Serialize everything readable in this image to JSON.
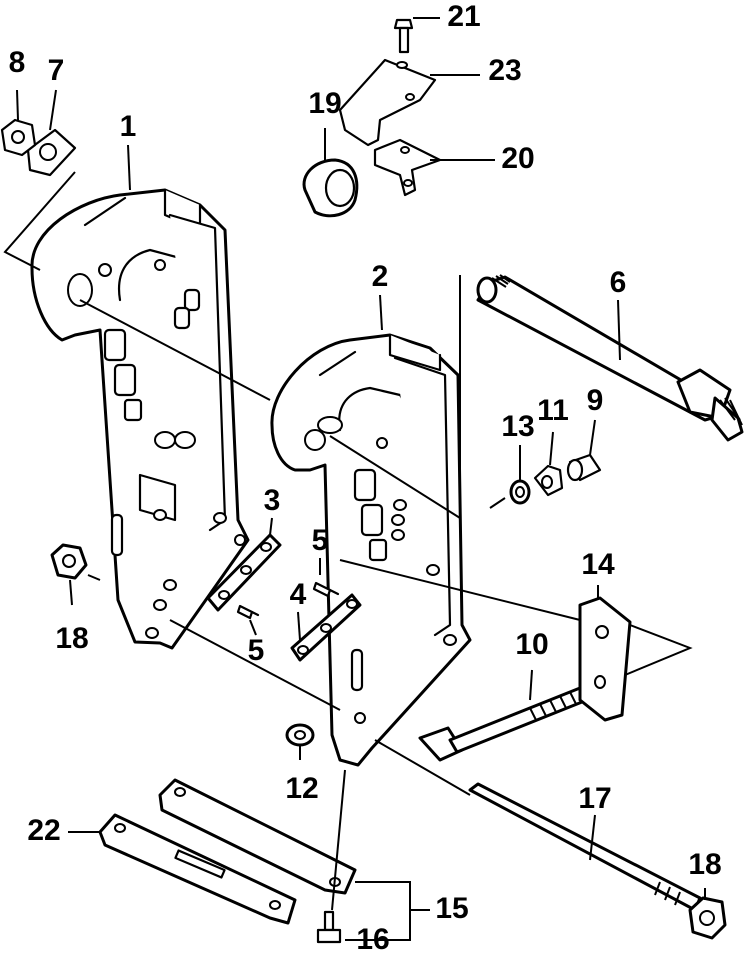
{
  "callouts": [
    "1",
    "2",
    "3",
    "4",
    "5",
    "5",
    "6",
    "7",
    "8",
    "9",
    "10",
    "11",
    "12",
    "13",
    "14",
    "15",
    "16",
    "17",
    "18",
    "18",
    "19",
    "20",
    "21",
    "22",
    "23"
  ]
}
